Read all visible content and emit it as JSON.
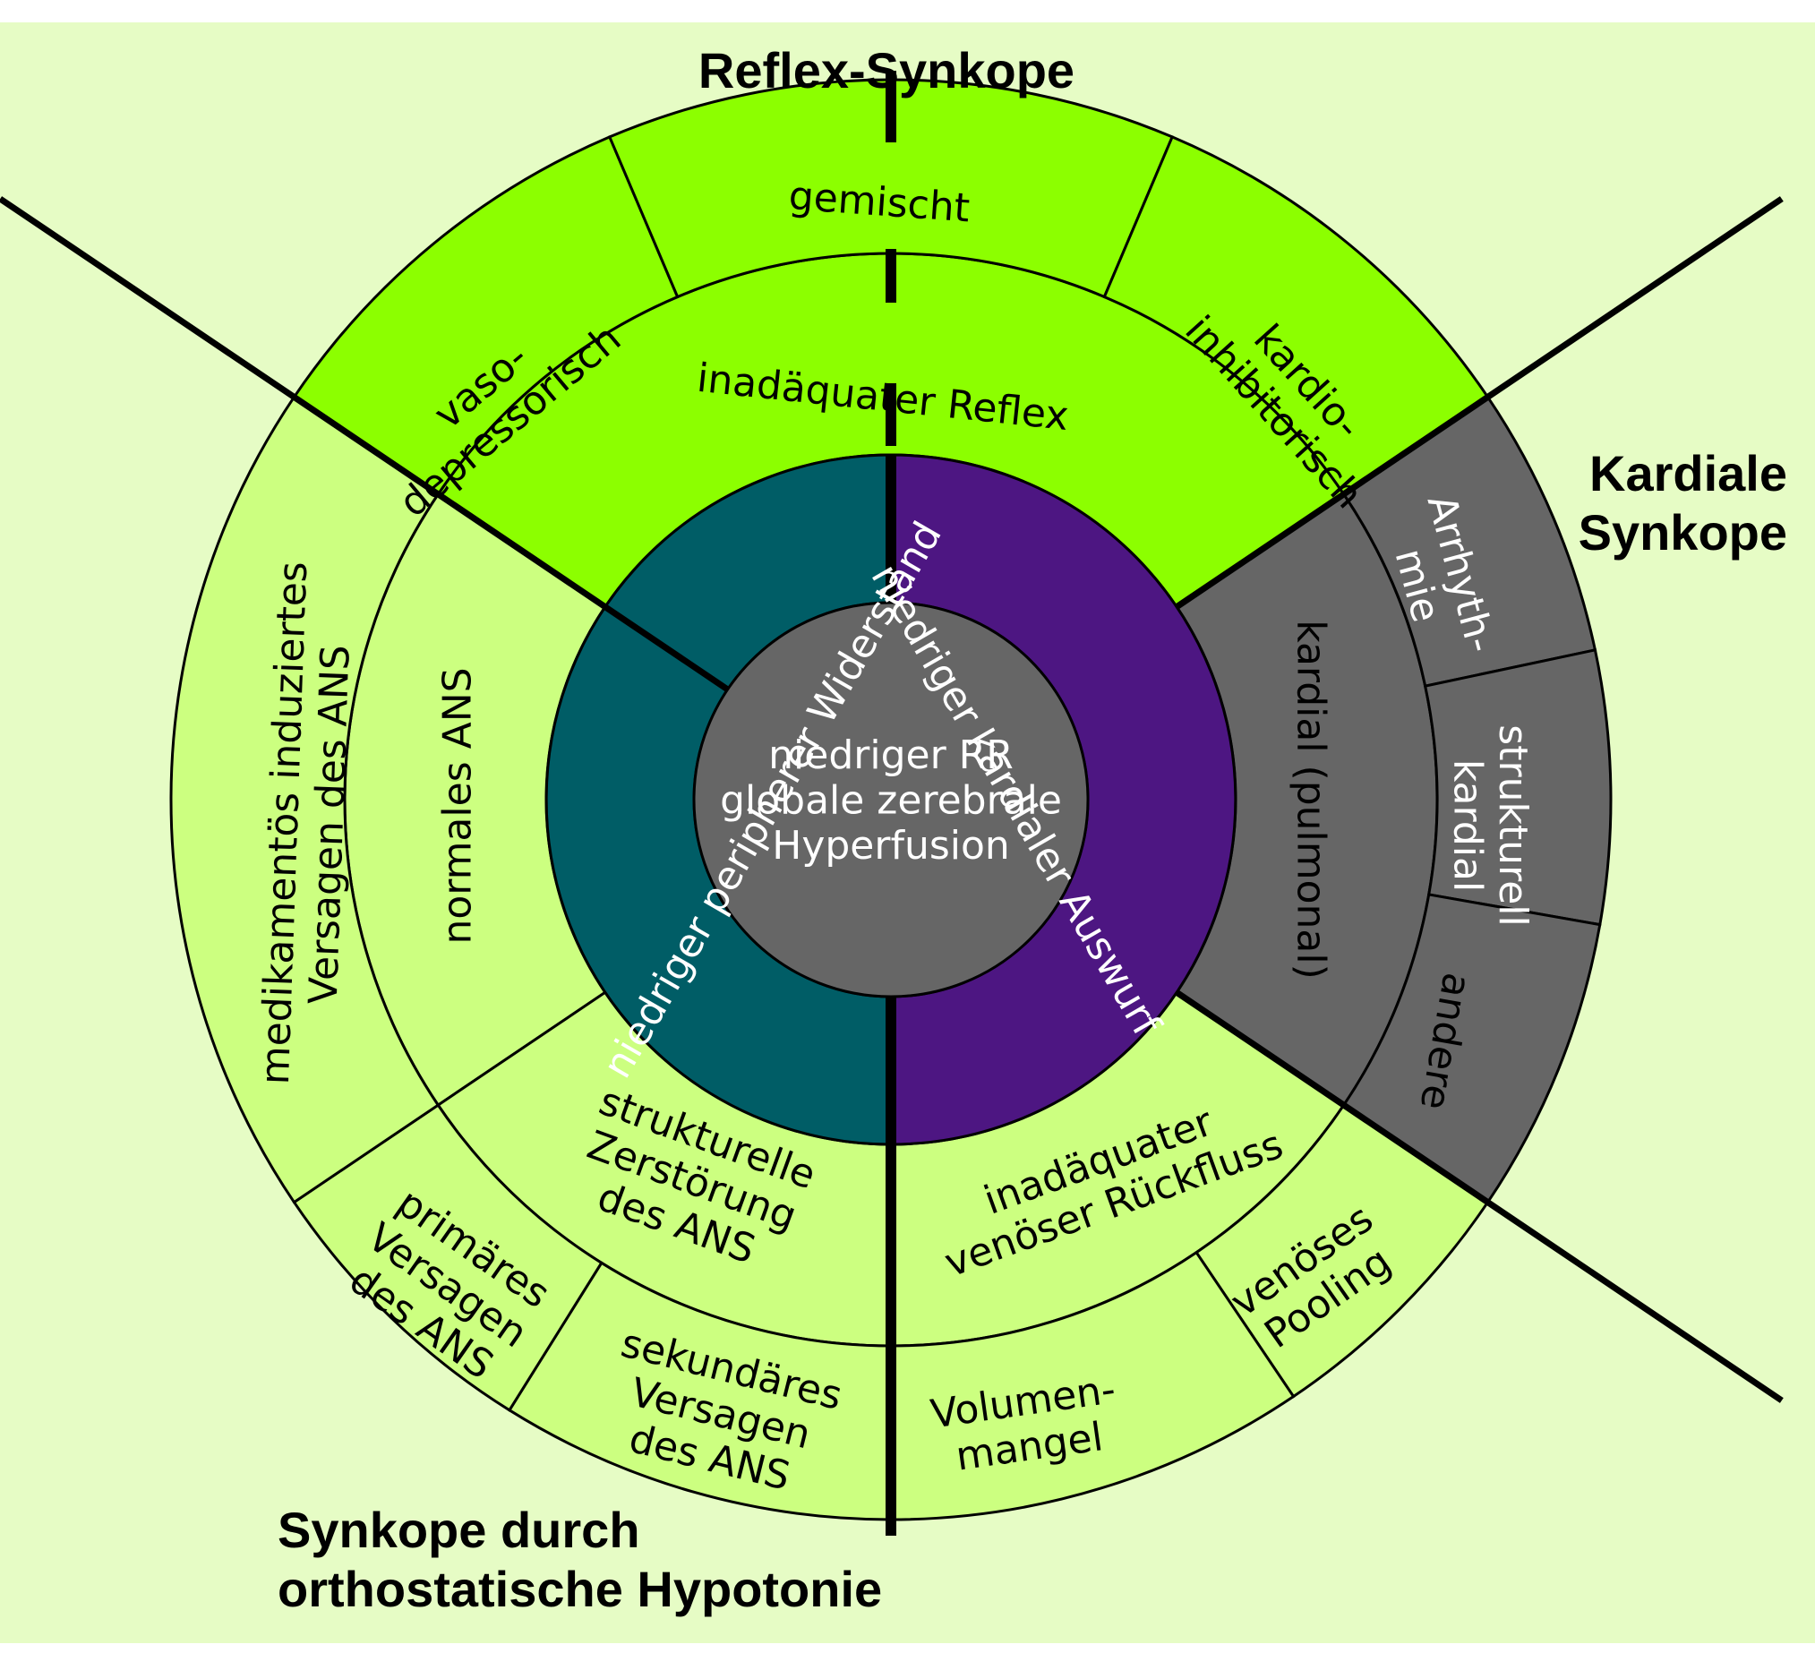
{
  "colors": {
    "background": "#E6FCC5",
    "reflex": "#8CFF00",
    "orthostatic": "#CCFF80",
    "cardiac": "#666666",
    "center": "#666666",
    "resistance": "#005D66",
    "output": "#4D1682",
    "line": "#000000"
  },
  "categories": {
    "reflex": "Reflex-Synkope",
    "cardiac": [
      "Kardiale",
      "Synkope"
    ],
    "orthostatic": [
      "Synkope durch",
      "orthostatische Hypotonie"
    ]
  },
  "center": [
    "niedriger RR",
    "globale zerebrale",
    "Hyperfusion"
  ],
  "ring_inner": {
    "resistance": "niedriger peripherer Widerstand",
    "output": "niedriger kardialer Auswurf"
  },
  "ring_middle": {
    "reflex": "inadäquater Reflex",
    "cardiac": "kardial (pulmonal)",
    "venous": [
      "inadäquater",
      "venöser Rückfluss"
    ],
    "normal_ans": "normales ANS",
    "structural": [
      "strukturelle",
      "Zerstörung",
      "des ANS"
    ]
  },
  "ring_outer": {
    "vaso": [
      "vaso-",
      "depressorisch"
    ],
    "mixed": "gemischt",
    "cardio": [
      "kardio-",
      "inhibitorisch"
    ],
    "arrhythmia": [
      "Arrhyth-",
      "mie"
    ],
    "structural_cardiac": [
      "strukturell",
      "kardial"
    ],
    "other": "andere",
    "pooling": [
      "venöses",
      "Pooling"
    ],
    "volume": [
      "Volumen-",
      "mangel"
    ],
    "secondary": [
      "sekundäres",
      "Versagen",
      "des ANS"
    ],
    "primary": [
      "primäres",
      "Versagen",
      "des ANS"
    ],
    "drug": [
      "medikamentös induziertes",
      "Versagen des ANS"
    ]
  }
}
